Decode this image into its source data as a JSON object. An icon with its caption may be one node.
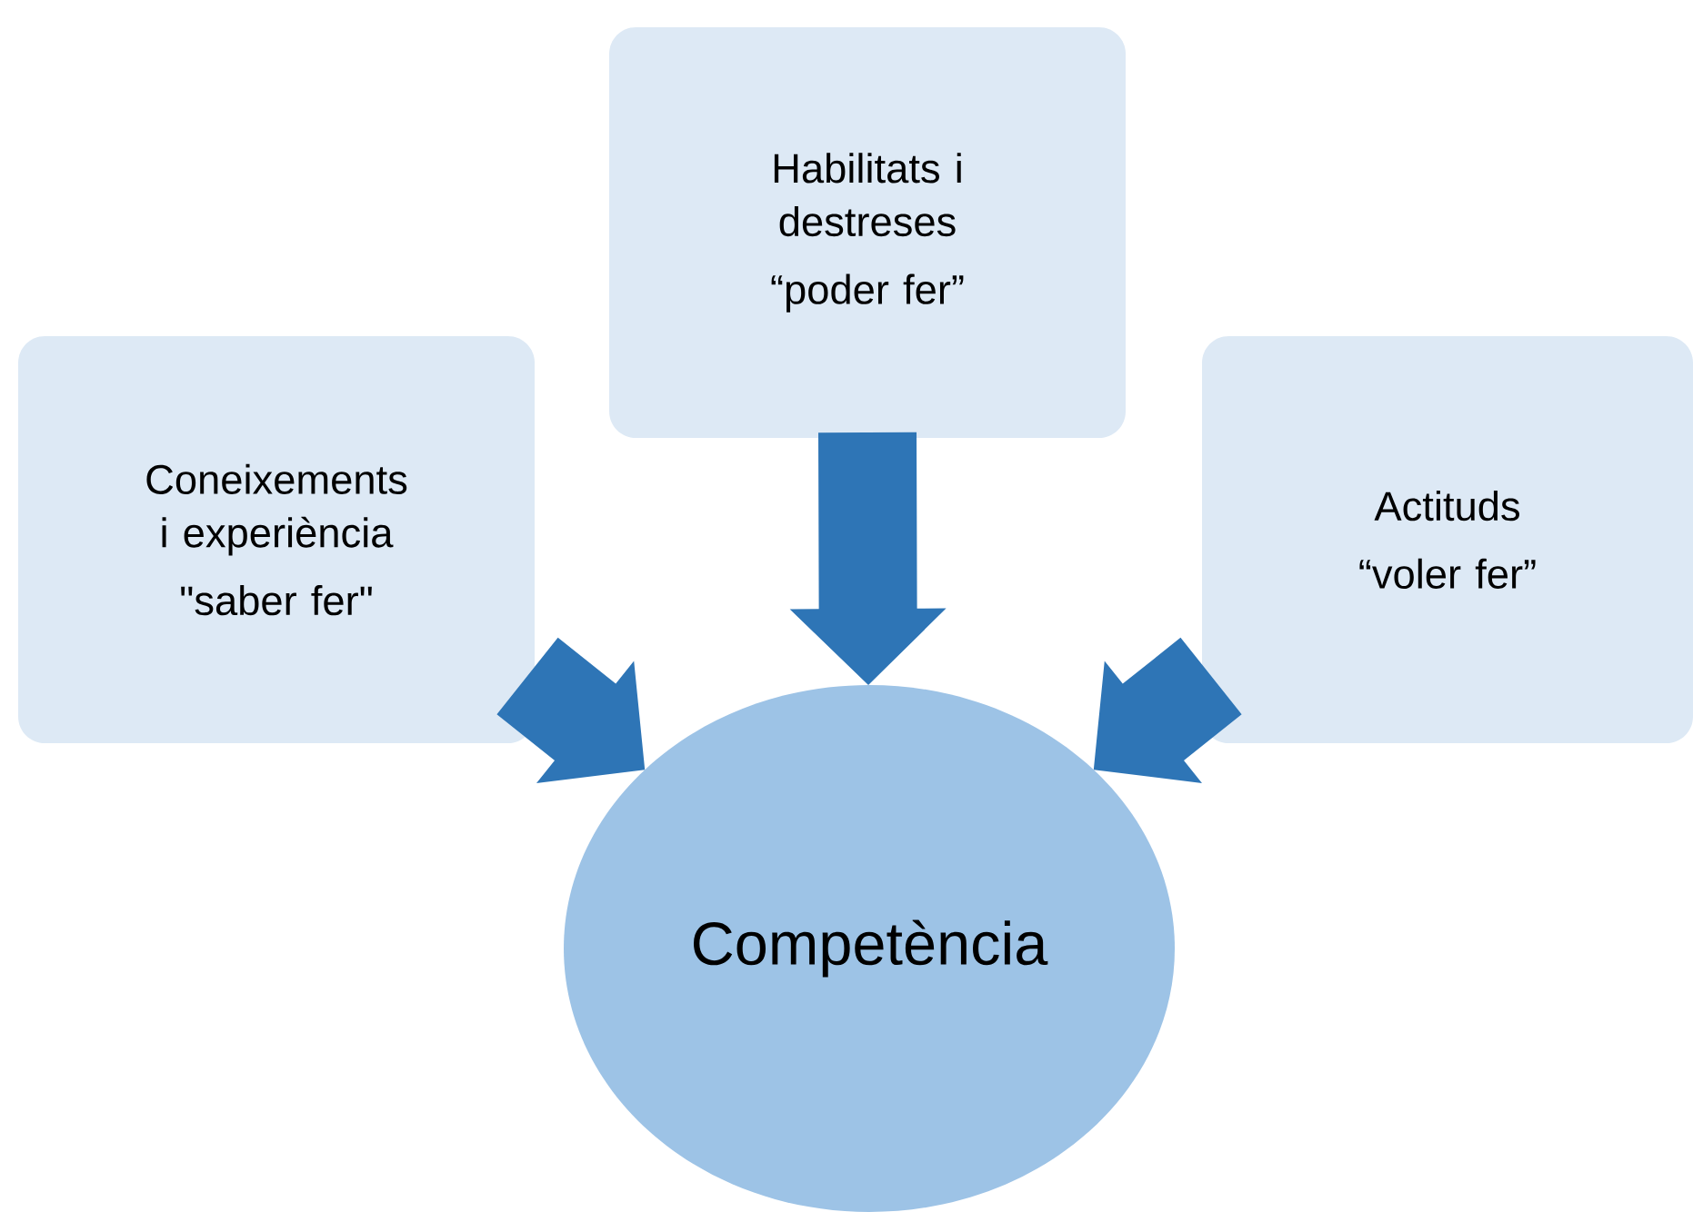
{
  "diagram": {
    "nodes": [
      {
        "text": [
          "Coneixements i experiència",
          "\"saber fer\""
        ]
      },
      {
        "text": [
          "Habilitats i destreses",
          "“poder fer”"
        ]
      },
      {
        "text": [
          "Actituds",
          "“voler fer”"
        ]
      },
      {
        "text": [
          "Competència"
        ]
      }
    ],
    "edges": [
      {
        "from": 0,
        "to": 3,
        "arrow": "to"
      },
      {
        "from": 1,
        "to": 3,
        "arrow": "to"
      },
      {
        "from": 2,
        "to": 3,
        "arrow": "to"
      }
    ]
  }
}
